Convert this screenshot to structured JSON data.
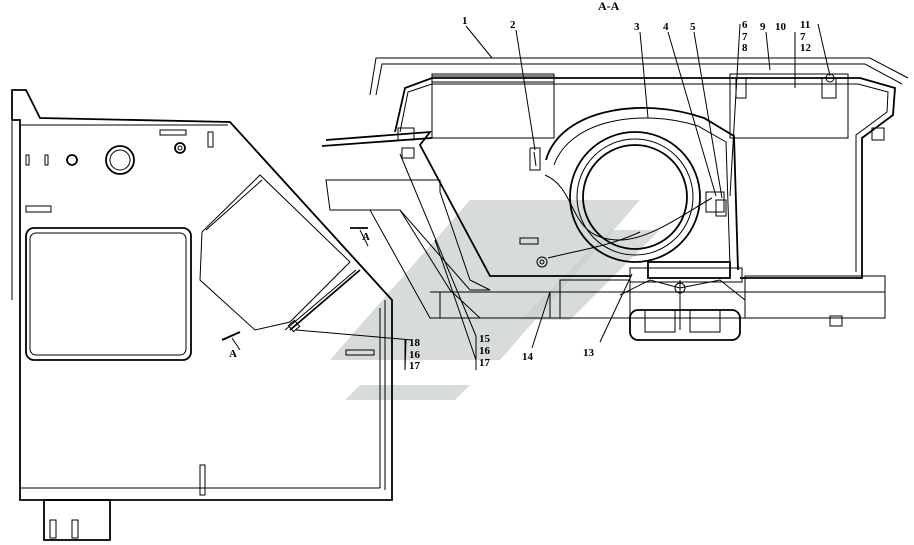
{
  "title": "А-А",
  "section_marks": [
    "А",
    "А"
  ],
  "callouts": {
    "c1": "1",
    "c2": "2",
    "c3": "3",
    "c4": "4",
    "c5": "5",
    "c6": "6",
    "c7a": "7",
    "c8": "8",
    "c9": "9",
    "c10": "10",
    "c11": "11",
    "c7b": "7",
    "c12": "12",
    "c13": "13",
    "c14": "14",
    "c15": "15",
    "c16a": "16",
    "c17a": "17",
    "c18": "18",
    "c16b": "16",
    "c17b": "17"
  }
}
